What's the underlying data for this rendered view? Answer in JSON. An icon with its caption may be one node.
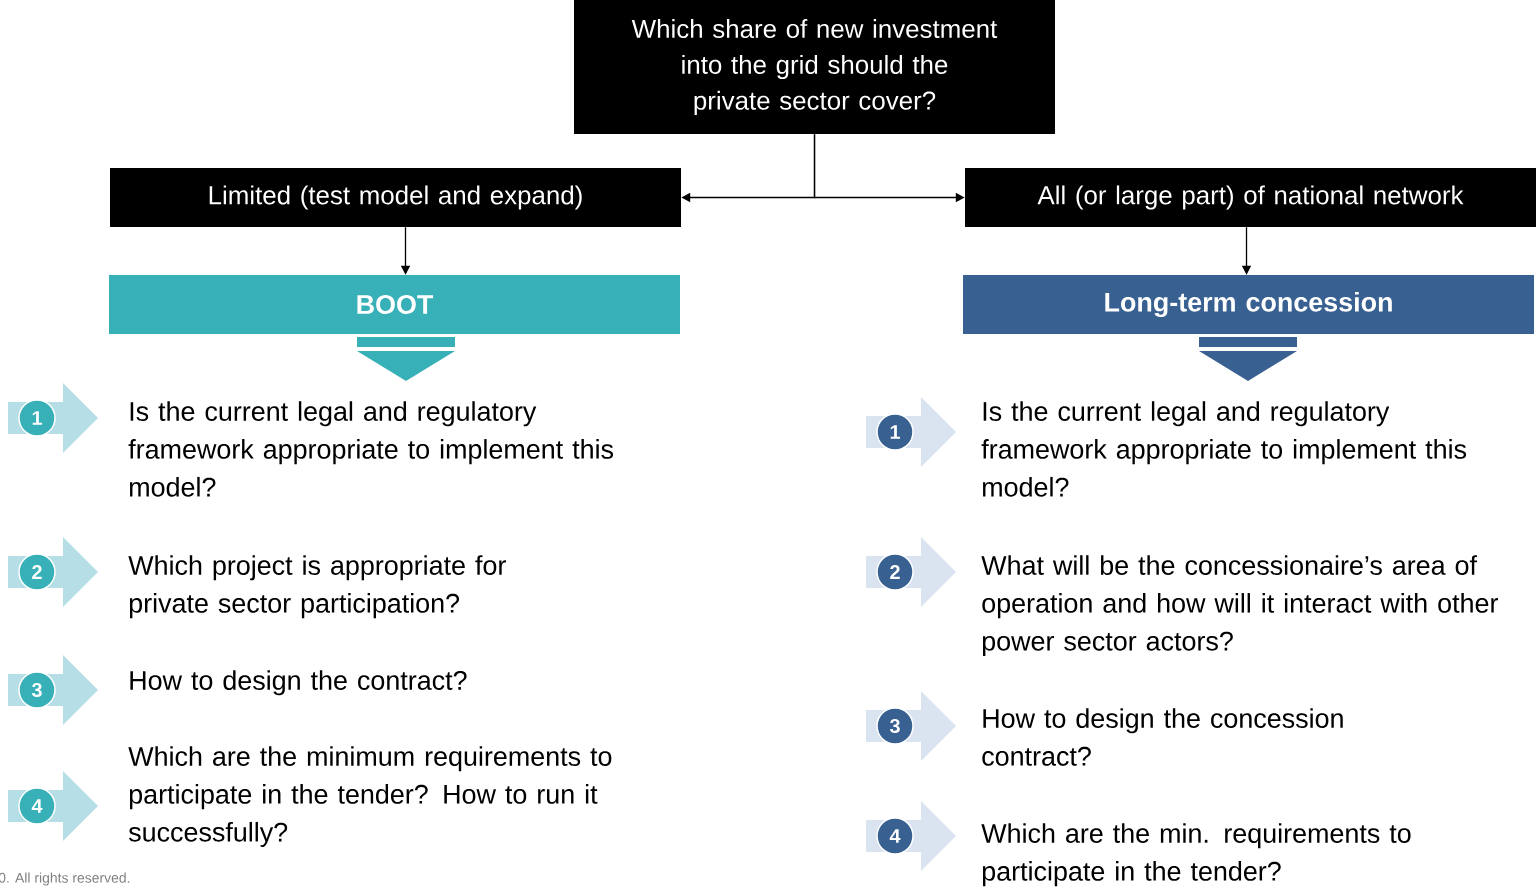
{
  "diagram": {
    "nodes": [
      {
        "text": [
          "Which share of new investment into the grid should the private sector cover?"
        ]
      },
      {
        "text": [
          "Limited (test model and expand)"
        ]
      },
      {
        "text": [
          "All (or large part) of national network"
        ]
      },
      {
        "text": [
          "BOOT"
        ]
      },
      {
        "text": [
          "Long-term concession"
        ]
      }
    ],
    "edges": [
      {
        "from": 0,
        "to": 1,
        "arrow": "to"
      },
      {
        "from": 0,
        "to": 2,
        "arrow": "to"
      },
      {
        "from": 1,
        "to": 3,
        "arrow": "to"
      },
      {
        "from": 2,
        "to": 4,
        "arrow": "to"
      }
    ],
    "labels": [
      "1",
      "Is the current legal and regulatory framework appropriate to implement this model?",
      "2",
      "Which project is appropriate for private sector participation?",
      "3",
      "How to design the contract?",
      "4",
      "Which are the minimum requirements to participate in the tender? How to run it successfully?",
      "1",
      "Is the current legal and regulatory framework appropriate to implement this model?",
      "2",
      "What will be the concessionaire’s area of operation and how will it interact with other power sector actors?",
      "3",
      "How to design the concession contract?",
      "4",
      "Which are the min. requirements to participate in the tender?",
      "0. All rights reserved."
    ]
  }
}
